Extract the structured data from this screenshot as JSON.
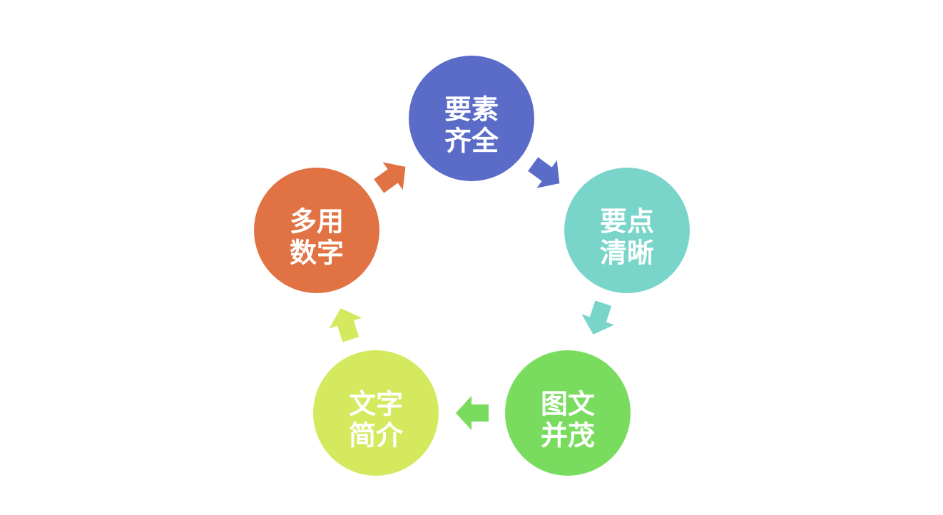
{
  "diagram": {
    "type": "cycle",
    "nodes": [
      {
        "id": "n1",
        "line1": "要素",
        "line2": "齐全",
        "color": "#5b6bc8"
      },
      {
        "id": "n2",
        "line1": "要点",
        "line2": "清晰",
        "color": "#79d4ca"
      },
      {
        "id": "n3",
        "line1": "图文",
        "line2": "并茂",
        "color": "#79dc5e"
      },
      {
        "id": "n4",
        "line1": "文字",
        "line2": "简介",
        "color": "#d4e95d"
      },
      {
        "id": "n5",
        "line1": "多用",
        "line2": "数字",
        "color": "#e07244"
      }
    ],
    "arrows": [
      {
        "from": "n1",
        "to": "n2",
        "color": "#5b6bc8"
      },
      {
        "from": "n2",
        "to": "n3",
        "color": "#79d4ca"
      },
      {
        "from": "n3",
        "to": "n4",
        "color": "#79dc5e"
      },
      {
        "from": "n4",
        "to": "n5",
        "color": "#d4e95d"
      },
      {
        "from": "n5",
        "to": "n1",
        "color": "#e07244"
      }
    ]
  }
}
